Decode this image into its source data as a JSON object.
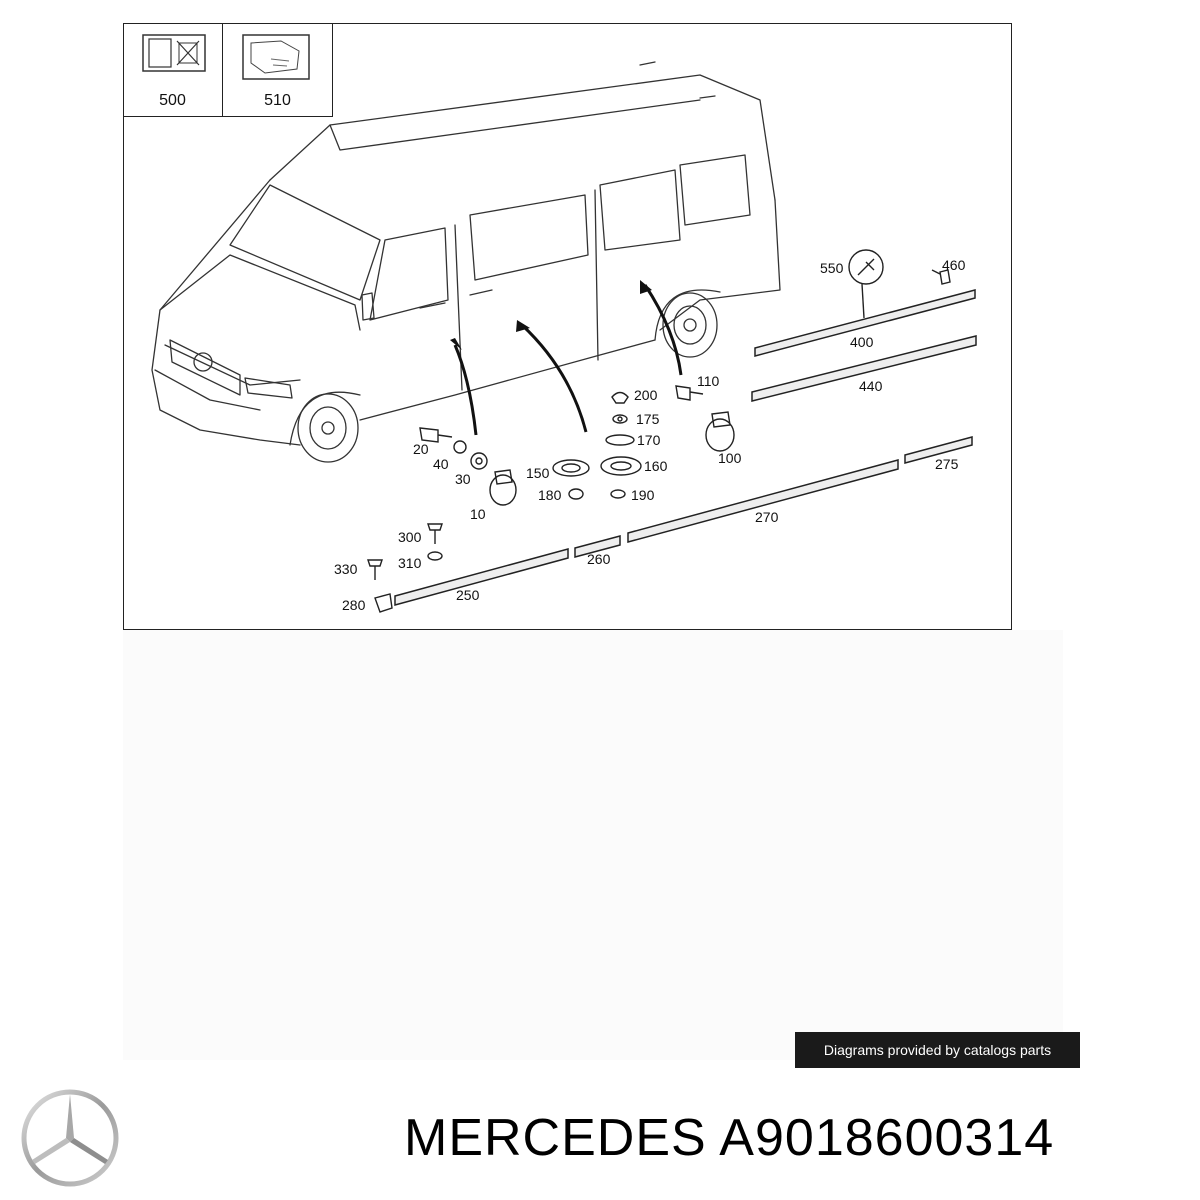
{
  "thumbnails": [
    {
      "label": "500",
      "icon": "document-icon"
    },
    {
      "label": "510",
      "icon": "sheet-icon"
    }
  ],
  "callouts": {
    "c10": "10",
    "c20": "20",
    "c30": "30",
    "c40": "40",
    "c100": "100",
    "c110": "110",
    "c150": "150",
    "c160": "160",
    "c170": "170",
    "c175": "175",
    "c180": "180",
    "c190": "190",
    "c200": "200",
    "c250": "250",
    "c260": "260",
    "c270": "270",
    "c275": "275",
    "c280": "280",
    "c300": "300",
    "c310": "310",
    "c330": "330",
    "c400": "400",
    "c440": "440",
    "c460": "460",
    "c550": "550"
  },
  "banner": {
    "text": "Diagrams provided by catalogs parts"
  },
  "footer": {
    "brand": "MERCEDES",
    "part_number": "A9018600314",
    "logo_icon": "mercedes-star-icon"
  }
}
